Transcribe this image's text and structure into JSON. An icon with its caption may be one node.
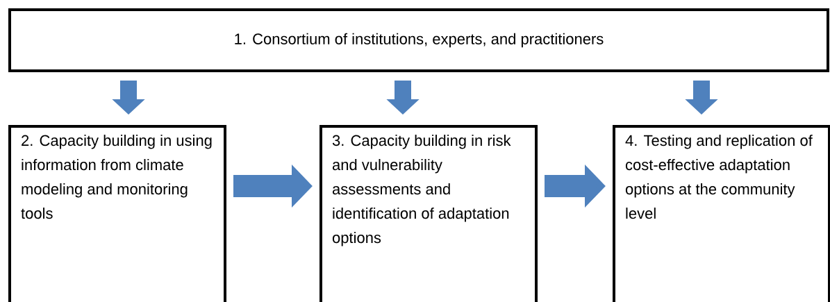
{
  "diagram": {
    "nodes": [
      {
        "text": [
          "1. Consortium of institutions, experts, and practitioners"
        ]
      },
      {
        "text": [
          "2. Capacity building in using information from climate modeling and monitoring tools"
        ]
      },
      {
        "text": [
          "3. Capacity building in risk and vulnerability assessments and identification of adaptation options"
        ]
      },
      {
        "text": [
          "4. Testing and replication of cost-effective adaptation options at the community level"
        ]
      }
    ],
    "edges": [
      {
        "from": 0,
        "to": 1,
        "arrow": "to"
      },
      {
        "from": 0,
        "to": 2,
        "arrow": "to"
      },
      {
        "from": 0,
        "to": 3,
        "arrow": "to"
      },
      {
        "from": 1,
        "to": 2,
        "arrow": "to"
      },
      {
        "from": 2,
        "to": 3,
        "arrow": "to"
      }
    ]
  }
}
